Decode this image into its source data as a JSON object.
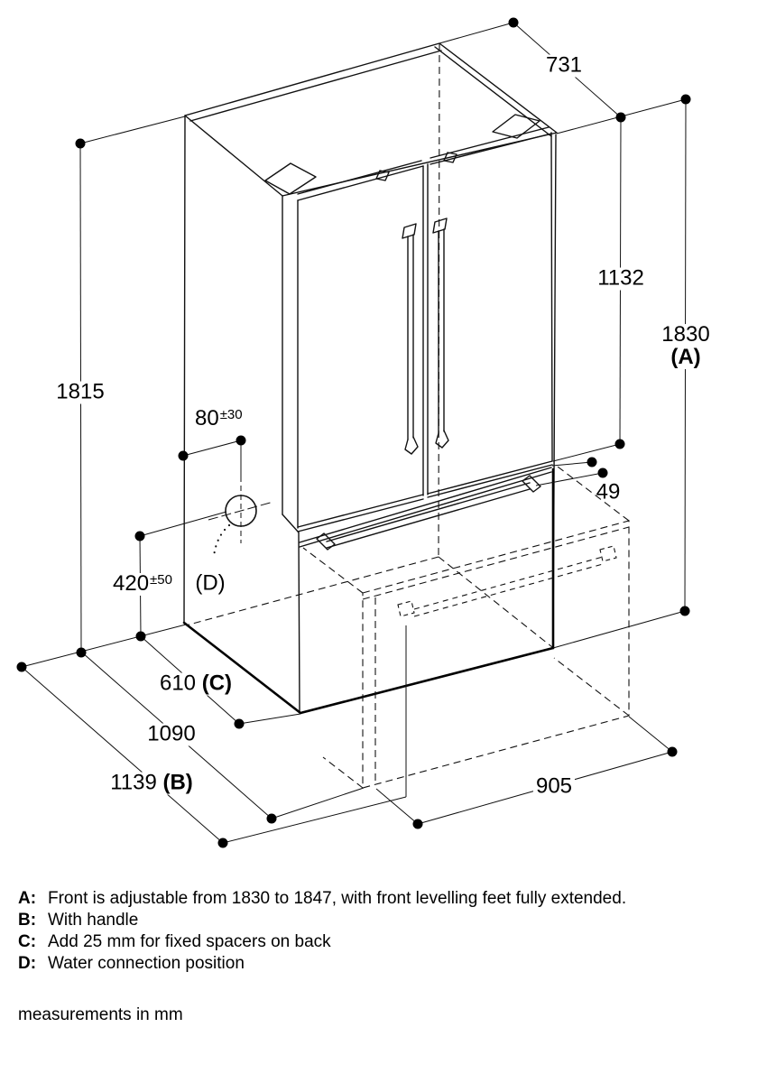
{
  "dimensions": {
    "depth_total": "731",
    "door_height": "1132",
    "height": "1830",
    "height_key": "(A)",
    "height_body": "1815",
    "water_offset": "80",
    "water_offset_tol": "±30",
    "gap_door_handle": "49",
    "water_height": "420",
    "water_height_tol": "±50",
    "water_key": "(D)",
    "depth_body": "610",
    "depth_body_key": "(C)",
    "depth_open_drawer": "1090",
    "depth_with_handle": "1139",
    "depth_with_handle_key": "(B)",
    "open_drawer_width": "905"
  },
  "notes": [
    {
      "key": "A:",
      "text": "Front is adjustable from 1830 to 1847, with front levelling feet fully extended."
    },
    {
      "key": "B:",
      "text": "With handle"
    },
    {
      "key": "C:",
      "text": "Add 25 mm for fixed spacers on back"
    },
    {
      "key": "D:",
      "text": "Water connection position"
    }
  ],
  "footer": "measurements in mm"
}
